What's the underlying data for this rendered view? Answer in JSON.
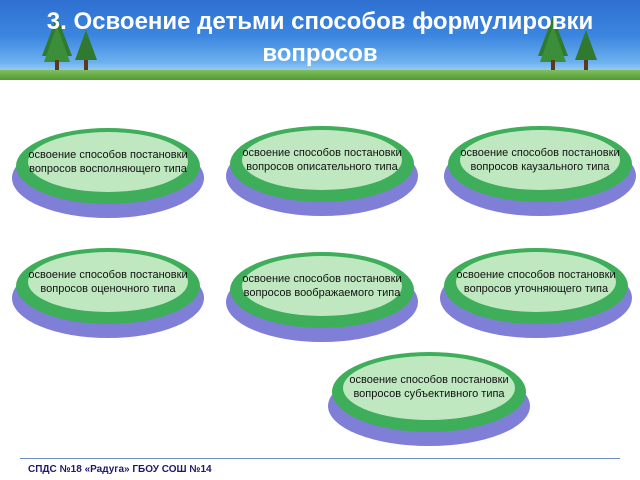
{
  "slide": {
    "title": "3. Освоение детьми способов формулировки вопросов",
    "footer": "СПДС №18 «Радуга» ГБОУ СОШ №14"
  },
  "nodes": [
    {
      "text": "освоение способов постановки вопросов восполняющего типа"
    },
    {
      "text": "освоение способов постановки вопросов описательного типа"
    },
    {
      "text": "освоение способов постановки вопросов каузального типа"
    },
    {
      "text": "освоение способов постановки вопросов оценочного типа"
    },
    {
      "text": "освоение способов постановки вопросов воображаемого типа"
    },
    {
      "text": "освоение способов постановки вопросов уточняющего типа"
    },
    {
      "text": "освоение способов постановки вопросов субъективного типа"
    }
  ],
  "colors": {
    "header_blue": "#3b86e0",
    "node_green": "#3fae5a",
    "node_shadow": "#7f7fd8"
  }
}
